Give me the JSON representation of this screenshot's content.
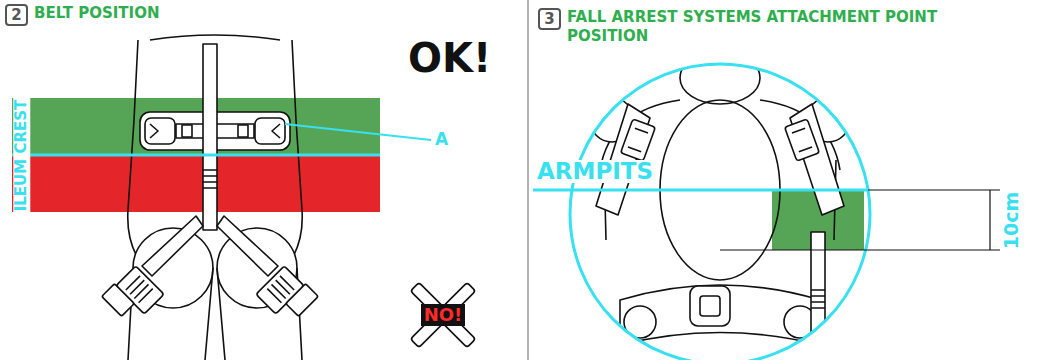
{
  "diagram": {
    "nodes": [
      {
        "text": [
          "2",
          "BELT POSITION"
        ]
      },
      {
        "text": [
          "3",
          "FALL ARREST SYSTEMS ATTACHMENT POINT POSITION"
        ]
      }
    ],
    "labels": [
      "ILEUM CREST",
      "A",
      "OK!",
      "NO!",
      "ARMPITS",
      "10cm"
    ]
  }
}
